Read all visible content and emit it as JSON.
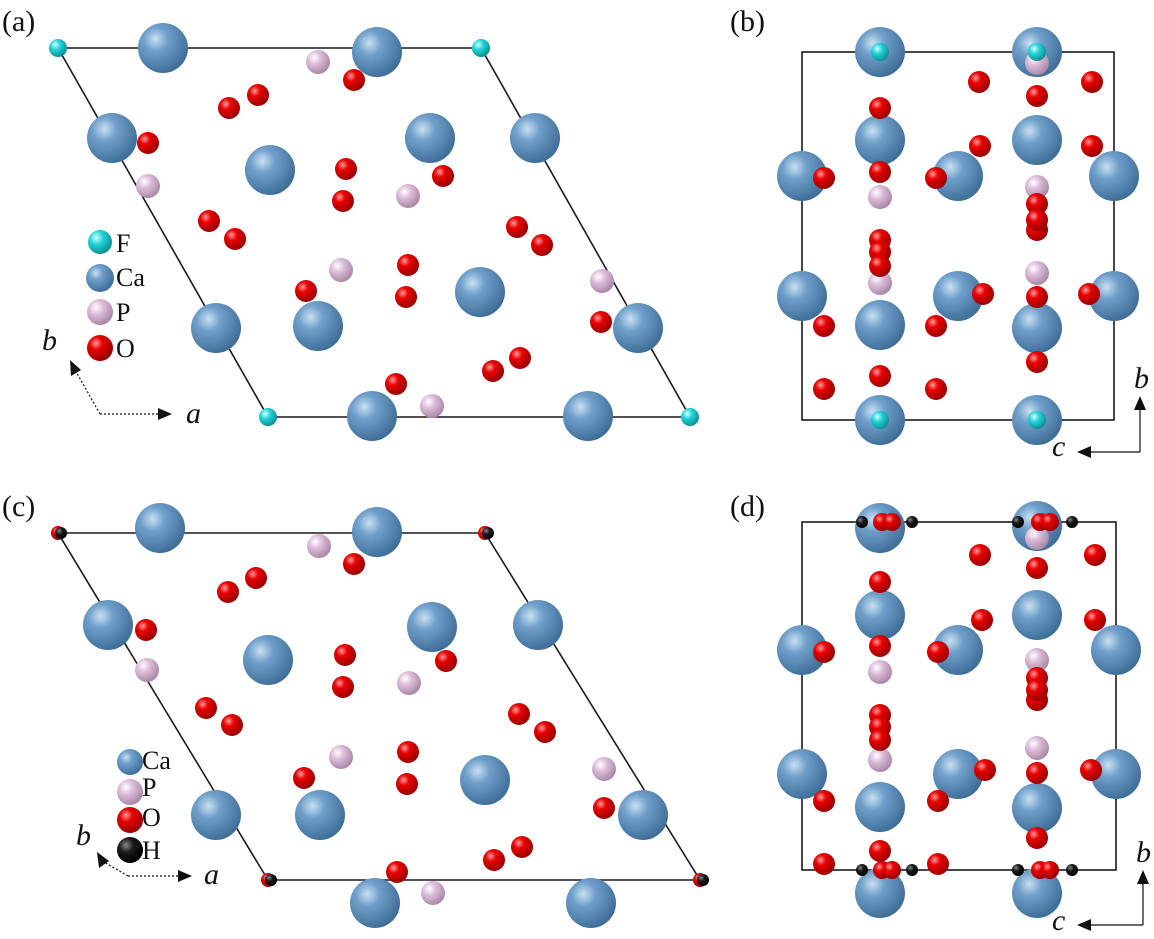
{
  "panels": [
    {
      "id": "a",
      "label": "(a)"
    },
    {
      "id": "b",
      "label": "(b)"
    },
    {
      "id": "c",
      "label": "(c)"
    },
    {
      "id": "d",
      "label": "(d)"
    }
  ],
  "legend_top": [
    {
      "element": "F",
      "color": "#22d4d8"
    },
    {
      "element": "Ca",
      "color": "#5d93bf"
    },
    {
      "element": "P",
      "color": "#d8b6d6"
    },
    {
      "element": "O",
      "color": "#e00000"
    }
  ],
  "legend_bottom": [
    {
      "element": "Ca",
      "color": "#5d93bf"
    },
    {
      "element": "P",
      "color": "#d8b6d6"
    },
    {
      "element": "O",
      "color": "#e00000"
    },
    {
      "element": "H",
      "color": "#111111"
    }
  ],
  "axes": {
    "a": {
      "x": "a",
      "y": "b"
    },
    "b": {
      "x": "c",
      "y": "b"
    },
    "c": {
      "x": "a",
      "y": "b"
    },
    "d": {
      "x": "c",
      "y": "b"
    }
  }
}
